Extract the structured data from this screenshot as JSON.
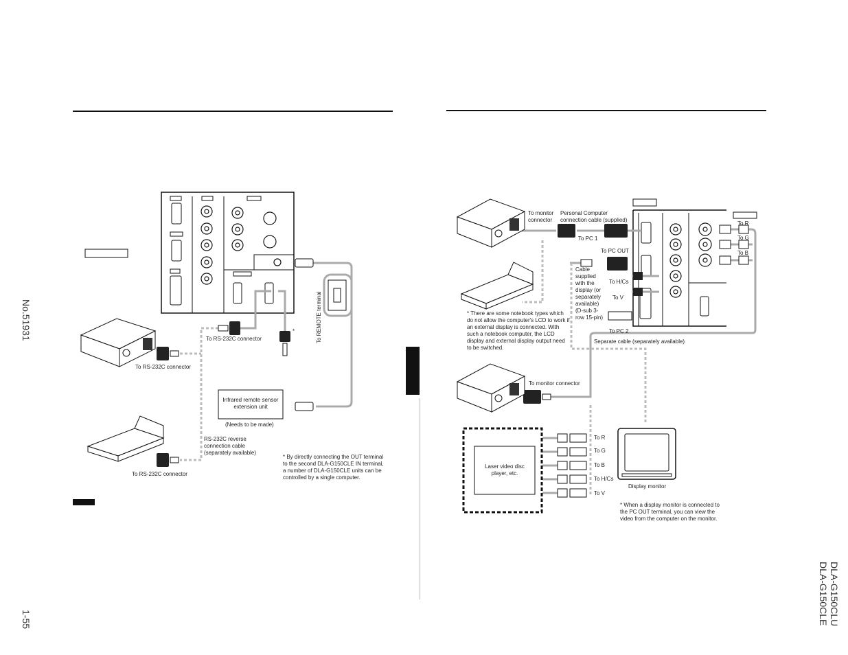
{
  "page": {
    "doc_number": "No.51931",
    "page_number": "1-55",
    "model_lines": [
      "DLA-G150CLU",
      "DLA-G150CLE"
    ]
  },
  "left_panel": {
    "labels": {
      "rs232c_conn_top": "To RS-232C connector",
      "rs232c_conn_pc1": "To RS-232C connector",
      "rs232c_conn_pc2": "To RS-232C connector",
      "remote_terminal": "To REMOTE terminal",
      "ir_unit": "Infrared remote sensor extension unit",
      "needs_made": "(Needs to be made)",
      "reverse_cable": "RS-232C reverse connection cable (separately available)",
      "footnote": "* By directly connecting the OUT terminal to the second DLA-G150CLE IN terminal, a number of DLA-G150CLE units can be controlled by a single computer.",
      "asterisk": "*"
    }
  },
  "right_panel": {
    "labels": {
      "to_monitor_conn_1": "To monitor connector",
      "pc_cable": "Personal Computer connection cable (supplied)",
      "to_pc1": "To PC 1",
      "to_pc_out": "To PC OUT",
      "cable_supplied": "Cable supplied with the display (or separately available) (D-sub 3-row 15-pin)",
      "to_hcs_top": "To H/Cs",
      "to_v_top": "To V",
      "to_r_top": "To R",
      "to_g_top": "To G",
      "to_b_top": "To B",
      "to_pc2": "To PC 2",
      "separate_cable": "Separate cable (separately available)",
      "notebook_note": "* There are some notebook types which do not allow the computer's LCD to work if an external display is connected. With such a notebook computer, the LCD display and external display output need to be switched.",
      "to_monitor_conn_2": "To monitor connector",
      "laser_disc": "Laser video disc player, etc.",
      "to_r": "To R",
      "to_g": "To G",
      "to_b": "To B",
      "to_hcs": "To H/Cs",
      "to_v": "To V",
      "display_monitor": "Display monitor",
      "monitor_note": "* When a display monitor is connected to the PC OUT terminal, you can view the video from the computer on the monitor."
    }
  }
}
